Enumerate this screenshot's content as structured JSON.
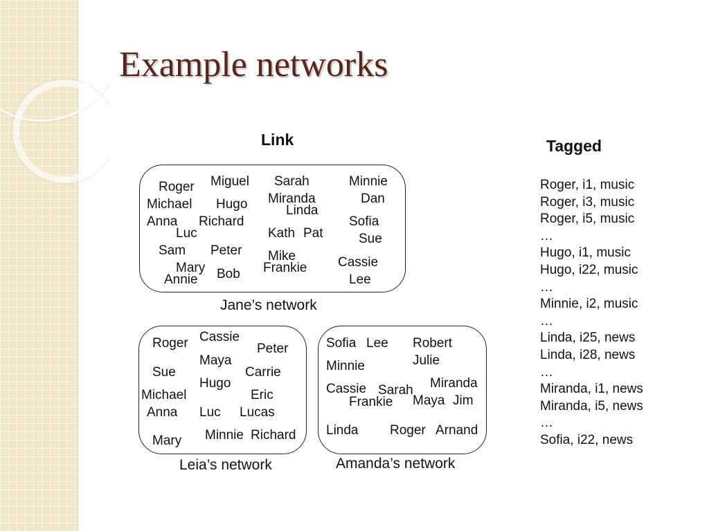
{
  "slide": {
    "title": "Example networks",
    "link_heading": "Link",
    "tagged_heading": "Tagged"
  },
  "networks": {
    "jane": {
      "caption": "Jane’s network",
      "names": [
        "Roger",
        "Miguel",
        "Sarah",
        "Minnie",
        "Michael",
        "Hugo",
        "Miranda",
        "Dan",
        "Linda",
        "Anna",
        "Richard",
        "Sofia",
        "Luc",
        "Kath",
        "Pat",
        "Sue",
        "Sam",
        "Peter",
        "Mike",
        "Cassie",
        "Frankie",
        "Mary",
        "Bob",
        "Annie",
        "Lee"
      ]
    },
    "leia": {
      "caption": "Leia’s network",
      "names": [
        "Roger",
        "Cassie",
        "Peter",
        "Maya",
        "Sue",
        "Carrie",
        "Hugo",
        "Michael",
        "Eric",
        "Anna",
        "Luc",
        "Lucas",
        "Mary",
        "Minnie",
        "Richard"
      ]
    },
    "amanda": {
      "caption": "Amanda’s network",
      "names": [
        "Sofia",
        "Lee",
        "Robert",
        "Julie",
        "Minnie",
        "Cassie",
        "Sarah",
        "Miranda",
        "Frankie",
        "Maya",
        "Jim",
        "Linda",
        "Roger",
        "Arnand"
      ]
    }
  },
  "tagged": [
    "Roger, i1, music",
    "Roger, i3, music",
    "Roger, i5, music",
    "…",
    "Hugo, i1, music",
    "Hugo, i22, music",
    "…",
    "Minnie, i2, music",
    "…",
    "Linda, i25, news",
    "Linda, i28, news",
    "…",
    "Miranda, i1, news",
    "Miranda, i5, news",
    "…",
    "Sofia, i22, news"
  ]
}
